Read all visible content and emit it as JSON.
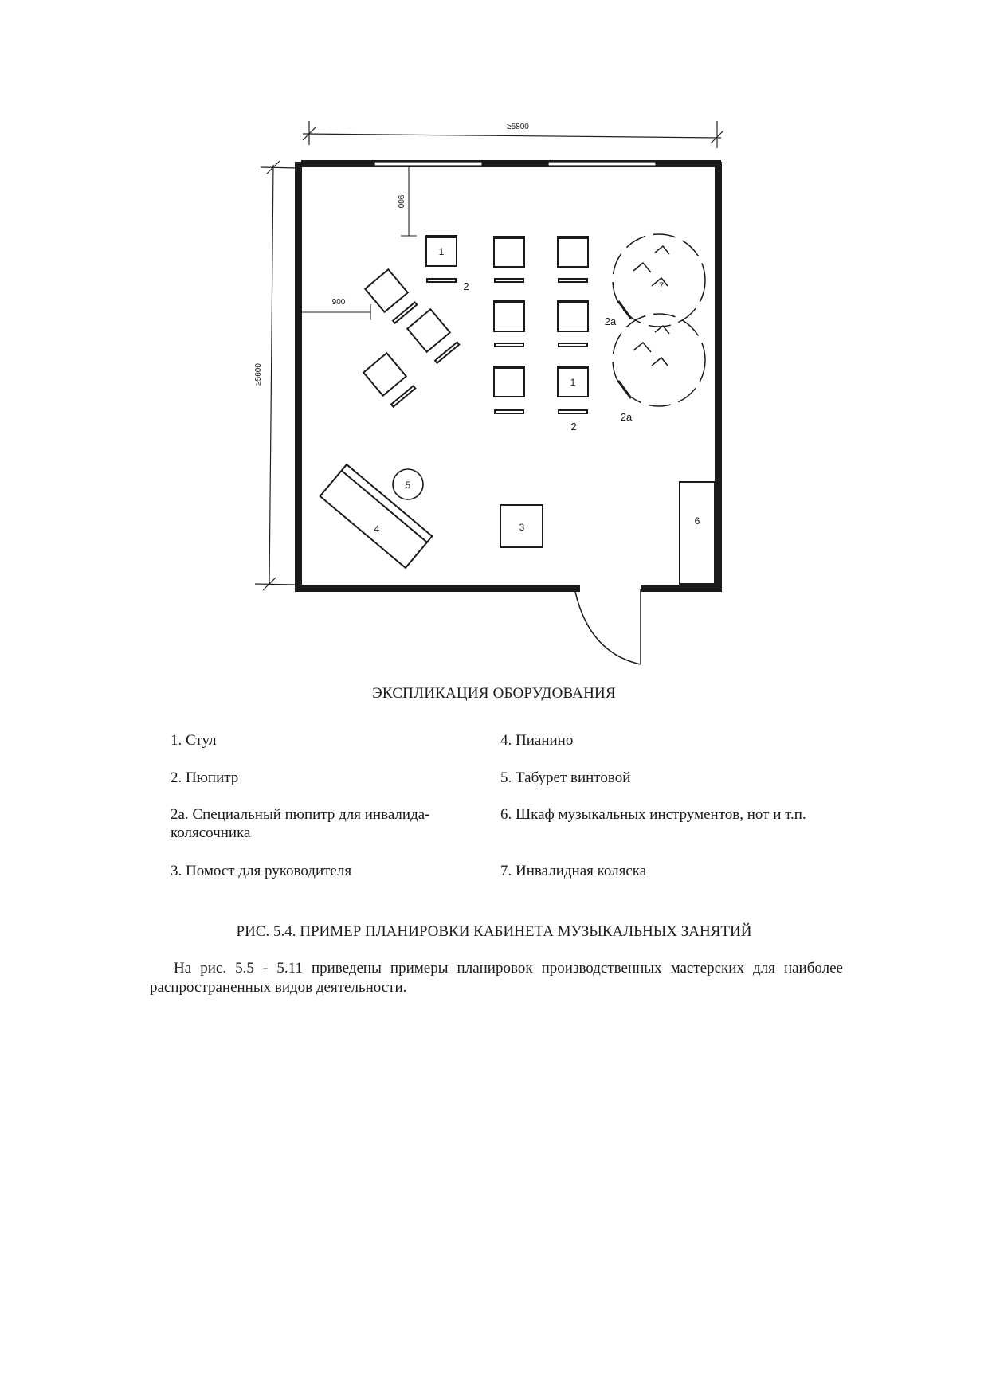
{
  "plan": {
    "dimensions": {
      "width": "≥5800",
      "height": "≥5600",
      "clearance_top": "900",
      "clearance_left": "900"
    },
    "labels": {
      "chair": "1",
      "stand": "2",
      "special_stand": "2a",
      "podium": "3",
      "piano": "4",
      "stool": "5",
      "cabinet": "6",
      "wheelchair": "7"
    }
  },
  "legend": {
    "title": "ЭКСПЛИКАЦИЯ ОБОРУДОВАНИЯ",
    "items": [
      "1. Стул",
      "2. Пюпитр",
      "2а. Специальный пюпитр для инвалида-колясочника",
      "3. Помост для руководителя",
      "4. Пианино",
      "5. Табурет винтовой",
      "6. Шкаф музыкальных инструментов, нот и т.п.",
      "7. Инвалидная коляска"
    ]
  },
  "caption": "РИС. 5.4. ПРИМЕР ПЛАНИРОВКИ КАБИНЕТА МУЗЫКАЛЬНЫХ ЗАНЯТИЙ",
  "paragraph": "На рис. 5.5 - 5.11 приведены примеры планировок производственных мастерских для наиболее распространенных видов деятельности."
}
